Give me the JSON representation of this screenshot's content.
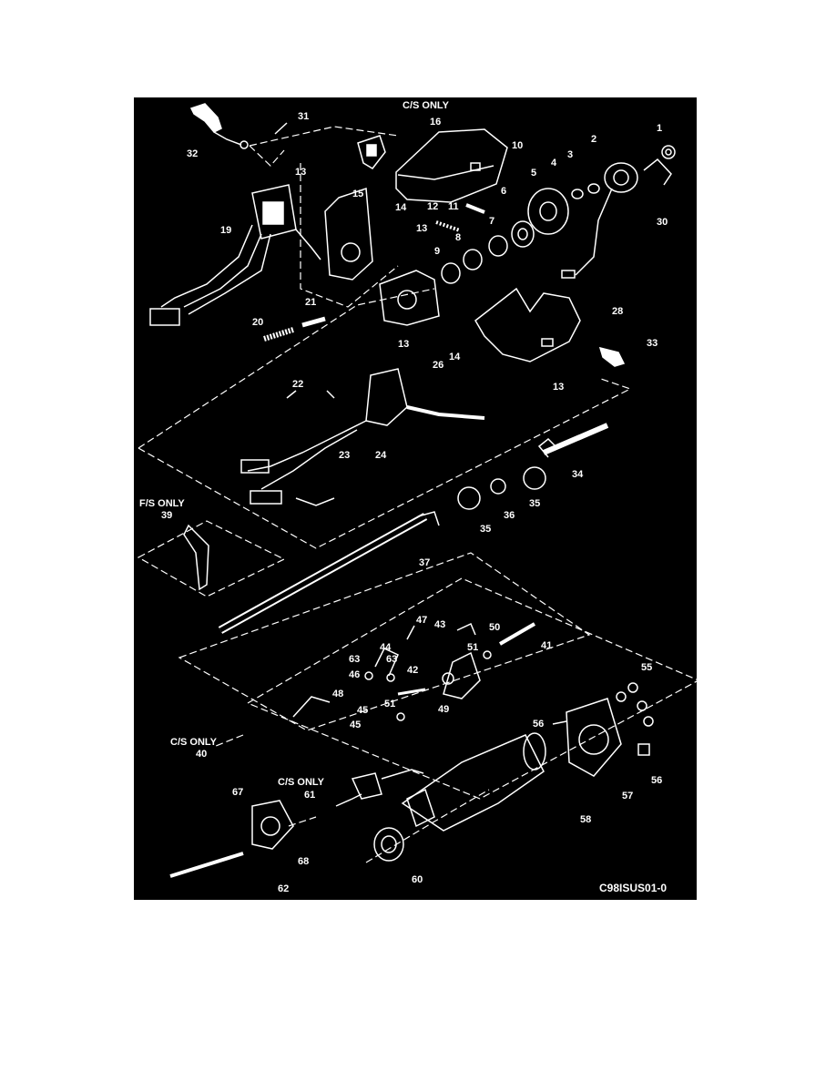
{
  "diagram": {
    "background": "#000000",
    "stroke_color": "#ffffff",
    "figure_code": "C98ISUS01-0",
    "notes": {
      "cs_only_top": "C/S ONLY",
      "fs_only": "F/S ONLY",
      "cs_only_40": "C/S ONLY",
      "cs_only_61": "C/S ONLY"
    },
    "callouts": {
      "c1": "1",
      "c2": "2",
      "c3": "3",
      "c4": "4",
      "c5": "5",
      "c6": "6",
      "c7": "7",
      "c8": "8",
      "c9": "9",
      "c10": "10",
      "c11": "11",
      "c12": "12",
      "c13a": "13",
      "c13b": "13",
      "c13c": "13",
      "c13d": "13",
      "c14a": "14",
      "c14b": "14",
      "c15": "15",
      "c16": "16",
      "c19": "19",
      "c20": "20",
      "c21": "21",
      "c22": "22",
      "c23": "23",
      "c24": "24",
      "c26": "26",
      "c28": "28",
      "c30": "30",
      "c31": "31",
      "c32": "32",
      "c33": "33",
      "c34": "34",
      "c35a": "35",
      "c35b": "35",
      "c36": "36",
      "c37": "37",
      "c39": "39",
      "c40": "40",
      "c41": "41",
      "c42": "42",
      "c43": "43",
      "c44": "44",
      "c45a": "45",
      "c45b": "45",
      "c46": "46",
      "c47": "47",
      "c48": "48",
      "c49": "49",
      "c50": "50",
      "c51a": "51",
      "c51b": "51",
      "c55": "55",
      "c56a": "56",
      "c56b": "56",
      "c57": "57",
      "c58": "58",
      "c60": "60",
      "c61": "61",
      "c62": "62",
      "c63a": "63",
      "c63b": "63",
      "c67": "67",
      "c68": "68"
    }
  }
}
